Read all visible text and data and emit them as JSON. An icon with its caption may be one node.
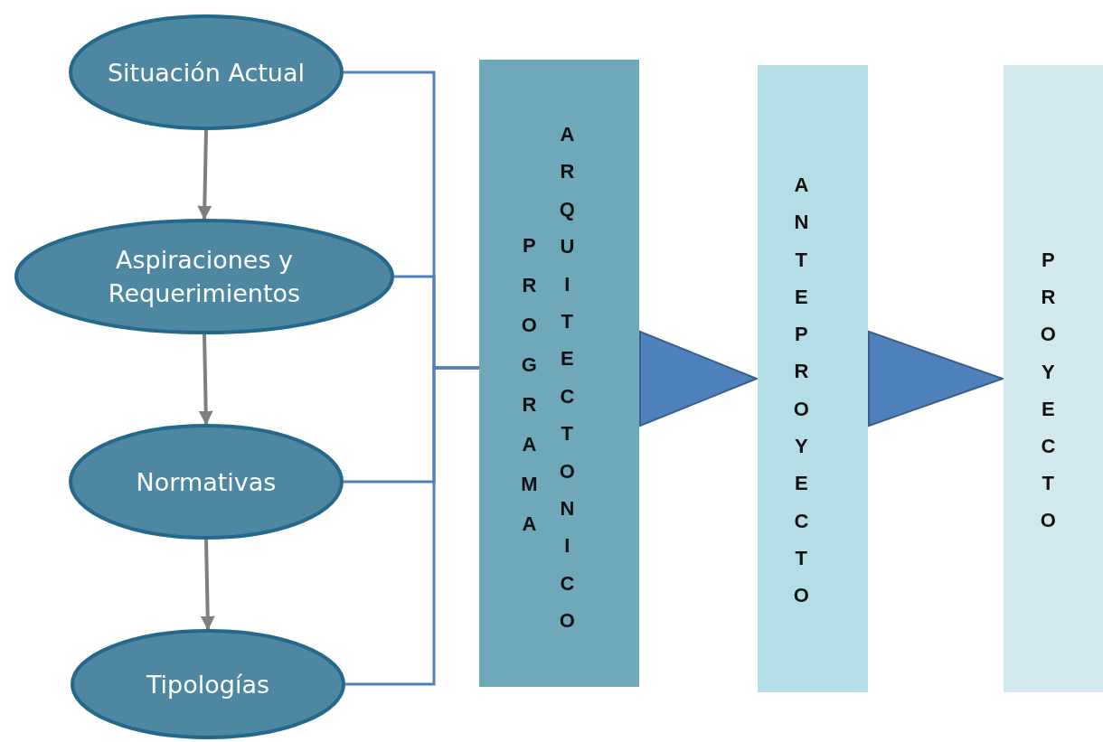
{
  "diagram": {
    "nodes": [
      {
        "text": [
          "Situación Actual"
        ]
      },
      {
        "text": [
          "Aspiraciones y Requerimientos"
        ]
      },
      {
        "text": [
          "Normativas"
        ]
      },
      {
        "text": [
          "Tipologías"
        ]
      },
      {
        "text": [
          "PROGRAMA",
          "ARQUITECTONICO"
        ]
      },
      {
        "text": [
          "ANTEPROYECTO"
        ]
      },
      {
        "text": [
          "PROYECTO"
        ]
      }
    ],
    "edges": [
      {
        "from": 0,
        "to": 1,
        "arrow": "to",
        "color": "#7f7f7f"
      },
      {
        "from": 1,
        "to": 2,
        "arrow": "to",
        "color": "#7f7f7f"
      },
      {
        "from": 2,
        "to": 3,
        "arrow": "to",
        "color": "#7f7f7f"
      },
      {
        "from": 0,
        "to": 4,
        "arrow": "none"
      },
      {
        "from": 1,
        "to": 4,
        "arrow": "none"
      },
      {
        "from": 2,
        "to": 4,
        "arrow": "none"
      },
      {
        "from": 3,
        "to": 4,
        "arrow": "none"
      },
      {
        "from": 4,
        "to": 5,
        "arrow": "to",
        "style": "thick"
      },
      {
        "from": 5,
        "to": 6,
        "arrow": "to",
        "style": "thick"
      }
    ]
  }
}
